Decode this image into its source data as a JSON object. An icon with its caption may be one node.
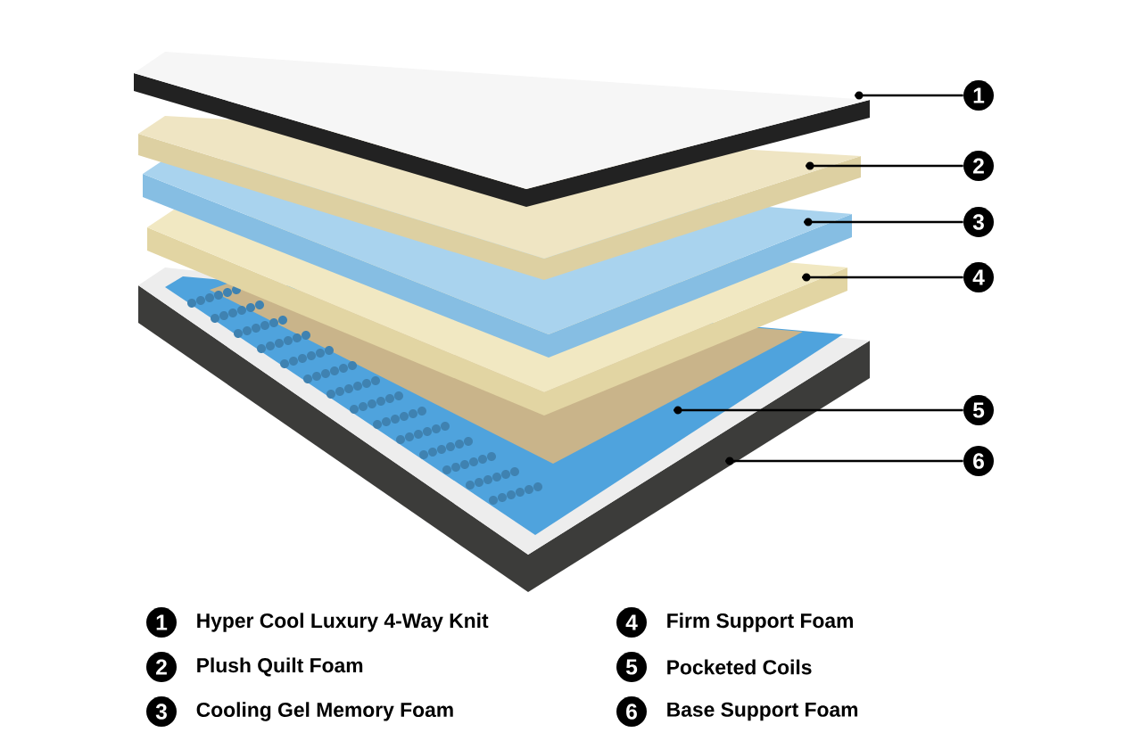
{
  "diagram": {
    "nodes": [
      {
        "text": [
          "1"
        ]
      },
      {
        "text": [
          "2"
        ]
      },
      {
        "text": [
          "3"
        ]
      },
      {
        "text": [
          "4"
        ]
      },
      {
        "text": [
          "5"
        ]
      },
      {
        "text": [
          "6"
        ]
      },
      {
        "text": [
          "1"
        ],
        "beside": [
          "Hyper Cool Luxury 4-Way Knit"
        ]
      },
      {
        "text": [
          "4"
        ],
        "beside": [
          "Firm Support Foam"
        ]
      },
      {
        "text": [
          "2"
        ],
        "beside": [
          "Plush Quilt Foam"
        ]
      },
      {
        "text": [
          "5"
        ],
        "beside": [
          "Pocketed Coils"
        ]
      },
      {
        "text": [
          "3"
        ],
        "beside": [
          "Cooling Gel Memory Foam"
        ]
      },
      {
        "text": [
          "6"
        ],
        "beside": [
          "Base Support Foam"
        ]
      },
      {
        "text": [],
        "shape": "circle"
      },
      {
        "text": [],
        "shape": "circle"
      },
      {
        "text": [],
        "shape": "circle"
      },
      {
        "text": [],
        "shape": "circle"
      },
      {
        "text": [],
        "shape": "circle"
      },
      {
        "text": [],
        "shape": "circle"
      }
    ],
    "edges": [
      {
        "from": 0,
        "to": 12,
        "arrow": "none"
      },
      {
        "from": 1,
        "to": 13,
        "arrow": "none"
      },
      {
        "from": 2,
        "to": 14,
        "arrow": "none"
      },
      {
        "from": 3,
        "to": 15,
        "arrow": "none"
      },
      {
        "from": 4,
        "to": 16,
        "arrow": "none"
      },
      {
        "from": 5,
        "to": 17,
        "arrow": "none"
      }
    ]
  }
}
